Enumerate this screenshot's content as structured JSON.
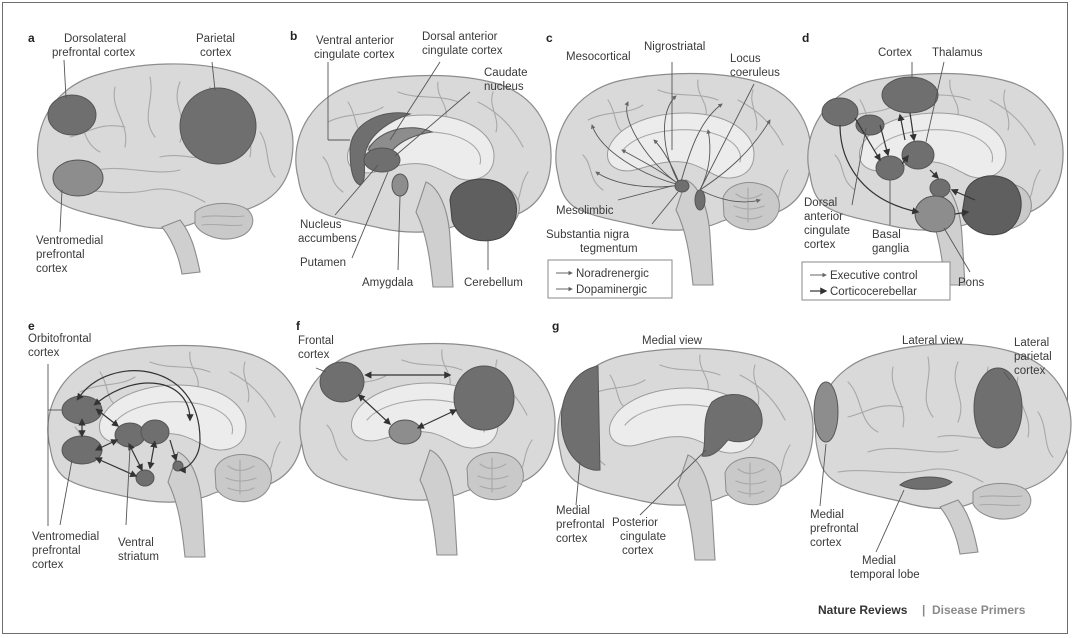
{
  "panels": {
    "a": {
      "letter": "a",
      "labels": {
        "dlpfc": [
          "Dorsolateral",
          "prefrontal cortex"
        ],
        "parietal": [
          "Parietal",
          "cortex"
        ],
        "vmpfc": [
          "Ventromedial",
          "prefrontal",
          "cortex"
        ]
      }
    },
    "b": {
      "letter": "b",
      "labels": {
        "vacc": [
          "Ventral anterior",
          "cingulate cortex"
        ],
        "dacc": [
          "Dorsal anterior",
          "cingulate cortex"
        ],
        "caudate": [
          "Caudate",
          "nucleus"
        ],
        "nacc": [
          "Nucleus",
          "accumbens"
        ],
        "putamen": "Putamen",
        "amygdala": "Amygdala",
        "cerebellum": "Cerebellum"
      }
    },
    "c": {
      "letter": "c",
      "labels": {
        "mesocortical": "Mesocortical",
        "nigrostriatal": "Nigrostriatal",
        "locus": [
          "Locus",
          "coeruleus"
        ],
        "mesolimbic": "Mesolimbic",
        "snt": [
          "Substantia nigra",
          "tegmentum"
        ]
      },
      "legend": [
        "Noradrenergic",
        "Dopaminergic"
      ]
    },
    "d": {
      "letter": "d",
      "labels": {
        "cortex": "Cortex",
        "thalamus": "Thalamus",
        "dacc": [
          "Dorsal",
          "anterior",
          "cingulate",
          "cortex"
        ],
        "basal": [
          "Basal",
          "ganglia"
        ],
        "pons": "Pons"
      },
      "legend": [
        "Executive control",
        "Corticocerebellar"
      ]
    },
    "e": {
      "letter": "e",
      "labels": {
        "ofc": [
          "Orbitofrontal",
          "cortex"
        ],
        "vmpfc": [
          "Ventromedial",
          "prefrontal",
          "cortex"
        ],
        "vstriatum": [
          "Ventral",
          "striatum"
        ]
      }
    },
    "f": {
      "letter": "f",
      "labels": {
        "frontal": [
          "Frontal",
          "cortex"
        ]
      }
    },
    "g": {
      "letter": "g",
      "medial_title": "Medial view",
      "lateral_title": "Lateral view",
      "labels": {
        "mpfc": [
          "Medial",
          "prefrontal",
          "cortex"
        ],
        "pcc": [
          "Posterior",
          "cingulate",
          "cortex"
        ],
        "lpc": [
          "Lateral",
          "parietal",
          "cortex"
        ],
        "mpfc2": [
          "Medial",
          "prefrontal",
          "cortex"
        ],
        "mtl": [
          "Medial",
          "temporal lobe"
        ]
      }
    }
  },
  "footer": {
    "journal": "Nature Reviews",
    "separator": "|",
    "series": "Disease Primers"
  }
}
